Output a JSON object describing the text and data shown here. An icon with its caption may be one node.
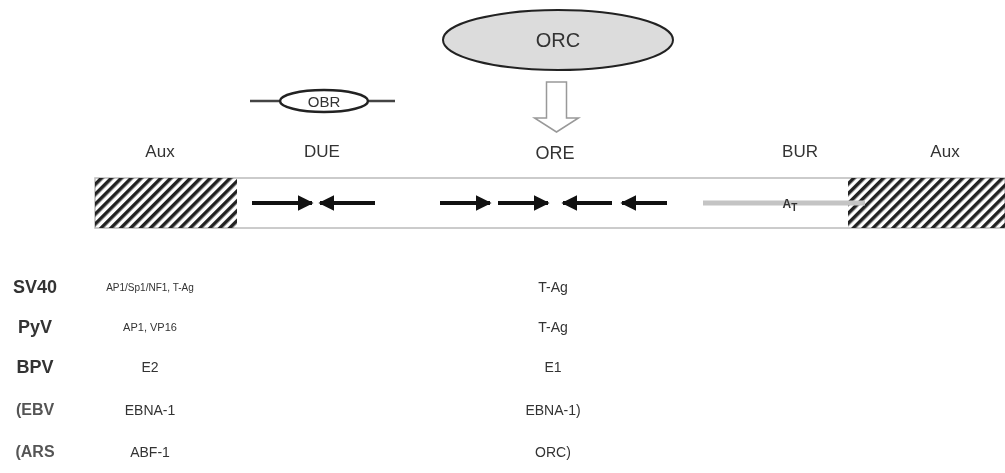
{
  "diagram": {
    "nodes": [
      {
        "text": [
          "ORC"
        ]
      },
      {
        "text": [
          "OBR"
        ]
      },
      {
        "text": [
          "ORE"
        ]
      }
    ],
    "edges": [
      {
        "from": 0,
        "to": 2,
        "arrow": "to"
      }
    ],
    "labels": [
      "Aux",
      "DUE",
      "BUR",
      "Aux",
      "A$_{T}$",
      "SV40",
      "AP1/Sp1/NF1, T-Ag",
      "T-Ag",
      "PyV",
      "AP1, VP16",
      "T-Ag",
      "BPV",
      "E2",
      "E1",
      "(EBV",
      "EBNA-1",
      "EBNA-1)",
      "(ARS",
      "ABF-1",
      "ORC)"
    ]
  }
}
